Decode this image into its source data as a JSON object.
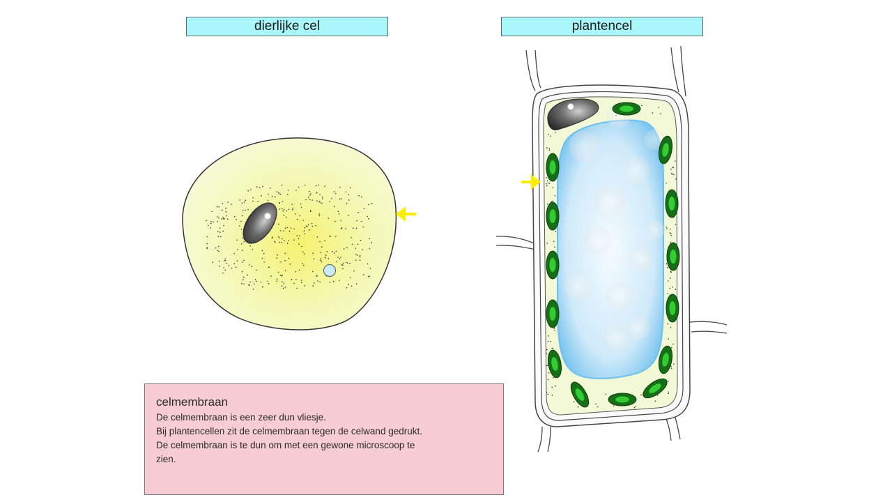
{
  "labels": {
    "animal_cell": "dierlijke cel",
    "plant_cell": "plantencel"
  },
  "info": {
    "title": "celmembraan",
    "lines": [
      "De celmembraan  is een zeer dun vliesje.",
      "Bij plantencellen zit de celmembraan tegen de celwand gedrukt.",
      "De celmembraan is te dun om met een gewone microscoop te",
      "zien."
    ]
  },
  "colors": {
    "label_bg": "#a9f6fb",
    "info_bg": "#f7ccd3",
    "cytoplasm": "#f3f9c6",
    "arrow": "#ffee00",
    "chloroplast": "#1b8a1b",
    "vacuole": "#bfe3f6"
  }
}
